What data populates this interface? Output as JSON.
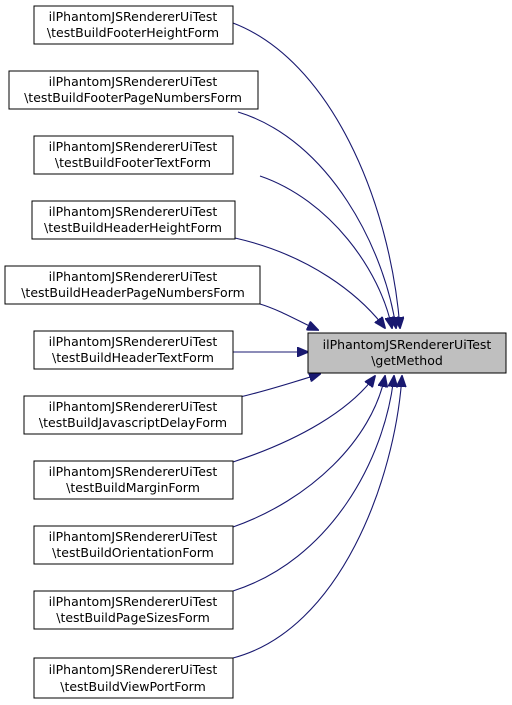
{
  "target": {
    "line1": "ilPhantomJSRendererUiTest",
    "line2": "\\getMethod"
  },
  "callers": [
    {
      "line1": "ilPhantomJSRendererUiTest",
      "line2": "\\testBuildFooterHeightForm"
    },
    {
      "line1": "ilPhantomJSRendererUiTest",
      "line2": "\\testBuildFooterPageNumbersForm"
    },
    {
      "line1": "ilPhantomJSRendererUiTest",
      "line2": "\\testBuildFooterTextForm"
    },
    {
      "line1": "ilPhantomJSRendererUiTest",
      "line2": "\\testBuildHeaderHeightForm"
    },
    {
      "line1": "ilPhantomJSRendererUiTest",
      "line2": "\\testBuildHeaderPageNumbersForm"
    },
    {
      "line1": "ilPhantomJSRendererUiTest",
      "line2": "\\testBuildHeaderTextForm"
    },
    {
      "line1": "ilPhantomJSRendererUiTest",
      "line2": "\\testBuildJavascriptDelayForm"
    },
    {
      "line1": "ilPhantomJSRendererUiTest",
      "line2": "\\testBuildMarginForm"
    },
    {
      "line1": "ilPhantomJSRendererUiTest",
      "line2": "\\testBuildOrientationForm"
    },
    {
      "line1": "ilPhantomJSRendererUiTest",
      "line2": "\\testBuildPageSizesForm"
    },
    {
      "line1": "ilPhantomJSRendererUiTest",
      "line2": "\\testBuildViewPortForm"
    }
  ],
  "colors": {
    "edge": "#191970",
    "target_fill": "#bfbfbf",
    "node_fill": "#ffffff",
    "border": "#000000"
  }
}
